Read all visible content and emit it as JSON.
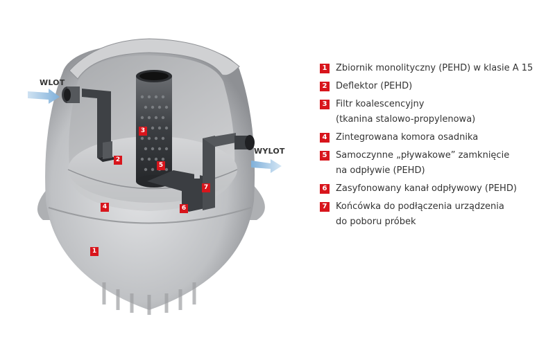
{
  "labels": {
    "inlet": "WLOT",
    "outlet": "WYLOT"
  },
  "markers": [
    "1",
    "2",
    "3",
    "4",
    "5",
    "6",
    "7"
  ],
  "legend": [
    {
      "num": "1",
      "lines": [
        "Zbiornik monolityczny (PEHD) w klasie A 15"
      ]
    },
    {
      "num": "2",
      "lines": [
        "Deflektor (PEHD)"
      ]
    },
    {
      "num": "3",
      "lines": [
        "Filtr koalescencyjny",
        "(tkanina stalowo-propylenowa)"
      ]
    },
    {
      "num": "4",
      "lines": [
        "Zintegrowana komora osadnika"
      ]
    },
    {
      "num": "5",
      "lines": [
        "Samoczynne „pływakowe” zamknięcie",
        "na odpływie (PEHD)"
      ]
    },
    {
      "num": "6",
      "lines": [
        "Zasyfonowany kanał odpływowy  (PEHD)"
      ]
    },
    {
      "num": "7",
      "lines": [
        "Końcówka do podłączenia urządzenia",
        "do poboru próbek"
      ]
    }
  ],
  "colors": {
    "accent": "#d8151c",
    "arrow": "#8fb8dc"
  }
}
